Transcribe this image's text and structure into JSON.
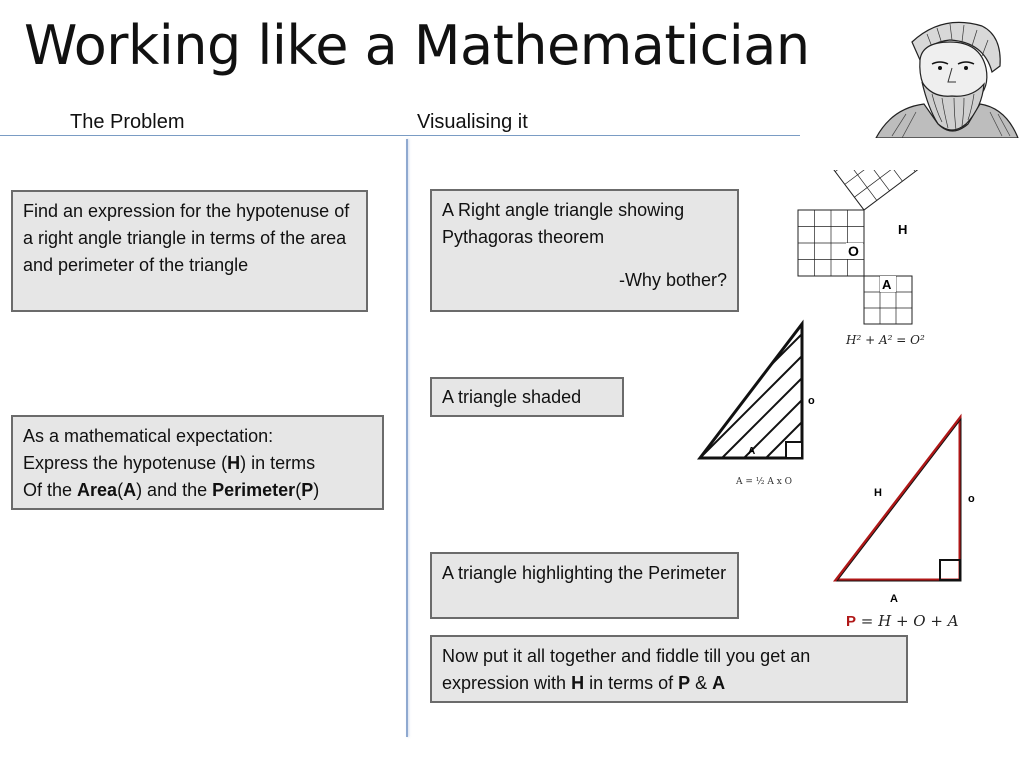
{
  "title": "Working like a Mathematician",
  "headers": {
    "problem": "The Problem",
    "visualising": "Visualising it"
  },
  "problem_boxes": {
    "find": "Find an expression for the hypotenuse of a right angle triangle in terms of the area and perimeter of the triangle",
    "expectation": {
      "line1": "As a mathematical expectation:",
      "line2_pre": "Express the hypotenuse (",
      "line2_H": "H",
      "line2_post": ") in terms",
      "line3_pre": "Of the ",
      "line3_area": "Area",
      "line3_open": "(",
      "line3_A": "A",
      "line3_mid": ") and the ",
      "line3_perim": "Perimeter",
      "line3_open2": "(",
      "line3_P": "P",
      "line3_close": ")"
    }
  },
  "visual_boxes": {
    "pythagoras_text": "A Right angle triangle showing Pythagoras theorem",
    "pythagoras_why": "-Why bother?",
    "shaded": "A triangle shaded",
    "perimeter": "A triangle highlighting the Perimeter",
    "together_pre": "Now put it all together and fiddle till you get an expression with  ",
    "together_H": "H",
    "together_mid": " in terms of ",
    "together_P": "P",
    "together_amp": " & ",
    "together_A": "A"
  },
  "diagram_labels": {
    "square_H": "H",
    "square_O": "O",
    "square_A": "A",
    "pyth_formula": "H² + A² = O²",
    "shaded_O": "o",
    "shaded_A": "A",
    "area_formula": "A = ½ A x O",
    "perim_H": "H",
    "perim_O": "o",
    "perim_A": "A",
    "perim_formula_P": "P",
    "perim_formula_rest": " = H + O + A"
  },
  "colors": {
    "perimeter_red": "#b01818",
    "box_fill": "#e6e6e6",
    "rule_blue": "#7a9cc4"
  }
}
